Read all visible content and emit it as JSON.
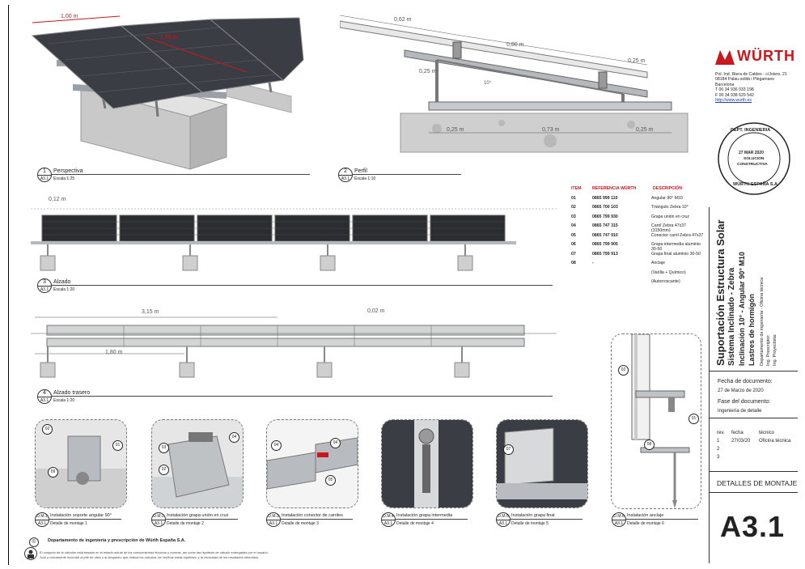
{
  "views": {
    "perspectiva": {
      "num": "1",
      "sheet": "A3.1",
      "title": "Perspectiva",
      "scale": "Escala 1:25",
      "dim1": "1,00 m",
      "dim2": "1,50 m"
    },
    "perfil": {
      "num": "2",
      "sheet": "A3.1",
      "title": "Perfil",
      "scale": "Escala 1:10",
      "d_062": "0,62 m",
      "d_080": "0,80 m",
      "d_025a": "0,25 m",
      "d_025b": "0,25 m",
      "d_025c": "0,25 m",
      "d_073": "0,73 m",
      "d_025d": "0,25 m",
      "angle": "10°"
    },
    "alzado": {
      "num": "3",
      "sheet": "A3.1",
      "title": "Alzado",
      "scale": "Escala 1:20",
      "d_012": "0,12 m"
    },
    "alzado_trasero": {
      "num": "4",
      "sheet": "A3.1",
      "title": "Alzado trasero",
      "scale": "Escala 1:20",
      "d_315": "3,15 m",
      "d_002": "0,02 m",
      "d_180": "1,80 m"
    }
  },
  "parts_table": {
    "headers": [
      "ITEM",
      "REFERENCIA WÜRTH",
      "DESCRIPCIÓN"
    ],
    "rows": [
      [
        "01",
        "0865 999 110",
        "Angular 90° M10"
      ],
      [
        "02",
        "0865 700 103",
        "Triángulo Zebra 10°"
      ],
      [
        "03",
        "0865 799 930",
        "Grapa unión en cruz"
      ],
      [
        "04",
        "0865 747 315",
        "Carril Zebra  47x37 (3150mm)"
      ],
      [
        "05",
        "0865 747 910",
        "Conector carril Zebra 47x37"
      ],
      [
        "06",
        "0865 799 905",
        "Grapa intermedia aluminio 30-50"
      ],
      [
        "07",
        "0865 799 913",
        "Grapa final aluminio 30-50"
      ],
      [
        "08",
        "-",
        "Anclaje"
      ]
    ],
    "extra1": "(Varilla + Químico)",
    "extra2": "(Autorroscante)"
  },
  "company": {
    "logo": "WÜRTH",
    "address": [
      "Pol. Ind. Riera de Caldes - c/Joiers, 21",
      "08184 Palau-solità i Plegamans",
      "Barcelona",
      "T 00 34 936 033 198",
      "F 00 34 938 629 542"
    ],
    "url": "http://www.wurth.es"
  },
  "stamp": {
    "top": "DEPT. INGENIERIA",
    "date": "27 MAR 2020",
    "line1": "SOLUCIÓN",
    "line2": "CONSTRUCTIVA",
    "bottom": "WÜRTH  ESPAÑA S.A."
  },
  "title_block": {
    "title1": "Suportación Estructura Solar",
    "title2": "Sistema Inclinado - Zebra",
    "title3": "Inclinación 10° - Angular 90° M10",
    "title4": "Lastres de hormigón",
    "dept": "Departamento de ingeniería · Oficina técnica",
    "prescriptor": "Ing. Prescriptor:",
    "proyectista": "Ing. Proyectista:",
    "fecha_label": "Fecha de documento:",
    "fecha_value": "27 de Marzo de 2020",
    "fase_label": "Fase del documento:",
    "fase_value": "Ingeniería de detalle",
    "rev_headers": [
      "rev.",
      "fecha",
      "técnico"
    ],
    "revs": [
      [
        "1",
        "27/03/20",
        "Oficina técnica"
      ],
      [
        "2",
        "",
        ""
      ],
      [
        "3",
        "",
        ""
      ]
    ],
    "sheet_name": "DETALLES DE MONTAJE",
    "sheet_code": "A3.1"
  },
  "details": [
    {
      "code": "D.M.1",
      "sheet": "A3.1",
      "title": "Instalación soporte angular 90°",
      "sub": "Detalle de montaje 1",
      "tags": [
        "02",
        "01",
        "09"
      ]
    },
    {
      "code": "D.M.2",
      "sheet": "A3.1",
      "title": "Instalación grapa unión en cruz",
      "sub": "Detalle de montaje 2",
      "tags": [
        "03",
        "04",
        "02"
      ]
    },
    {
      "code": "D.M.3",
      "sheet": "A3.1",
      "title": "Instalación conector de carriles",
      "sub": "Detalle de montaje 3",
      "tags": [
        "04",
        "04",
        "05"
      ]
    },
    {
      "code": "D.M.4",
      "sheet": "A3.1",
      "title": "Instalación grapa intermedia",
      "sub": "Detalle de montaje 4",
      "tags": []
    },
    {
      "code": "D.M.5",
      "sheet": "A3.1",
      "title": "Instalación grapa final",
      "sub": "Detalle de montaje 5",
      "tags": [
        "07"
      ]
    },
    {
      "code": "D.M.6",
      "sheet": "A3.1",
      "title": "Instalación anclaje",
      "sub": "Detalle de montaje 6",
      "tags": [
        "02",
        "01",
        "08"
      ]
    }
  ],
  "footer": {
    "copyright": "Departamento de ingeniería y prescripción de Würth España S.A.",
    "line1": "El conjunto de la cálculos está basado en el estado actual de los conocimientos técnicos y normas, así como las hipótesis de cálculo entregadas por el usuario.",
    "line2": "Solo y únicamente incumbe al jefe de obra o al despacho que realiza los cálculos, de verificar estas hipótesis, y la veracidad de los resultados obtenidos."
  },
  "colors": {
    "accent": "#c8171e",
    "panel": "#2a2c30",
    "concrete": "#d4d4d4",
    "rail": "#b5b9bd"
  }
}
